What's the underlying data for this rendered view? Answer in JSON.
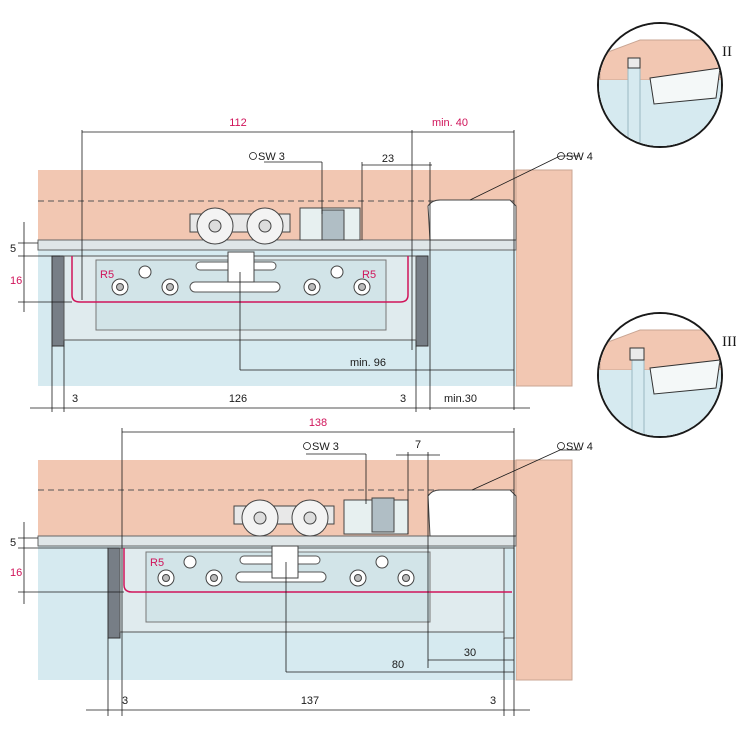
{
  "colors": {
    "wood": "#f2c7b2",
    "woodEdge": "#c9a593",
    "glass": "#d6eaf0",
    "glassEdge": "#9bb8c2",
    "steel": "#cfd8da",
    "accent": "#d0145a",
    "line": "#1a1a1a"
  },
  "views": {
    "II": "II",
    "III": "III"
  },
  "top": {
    "dim_112": "112",
    "dim_min40": "min. 40",
    "sw3": "SW 3",
    "sw4": "SW 4",
    "dim_23": "23",
    "dim_5": "5",
    "dim_16": "16",
    "r5_left": "R5",
    "r5_right": "R5",
    "dim_min96": "min. 96",
    "dim_3_left": "3",
    "dim_126": "126",
    "dim_3_right": "3",
    "dim_min30": "min.30"
  },
  "bottom": {
    "dim_138": "138",
    "sw3": "SW 3",
    "sw4": "SW 4",
    "dim_7": "7",
    "dim_5": "5",
    "dim_16": "16",
    "r5": "R5",
    "dim_80": "80",
    "dim_30": "30",
    "dim_3_left": "3",
    "dim_137": "137",
    "dim_3_right": "3"
  }
}
